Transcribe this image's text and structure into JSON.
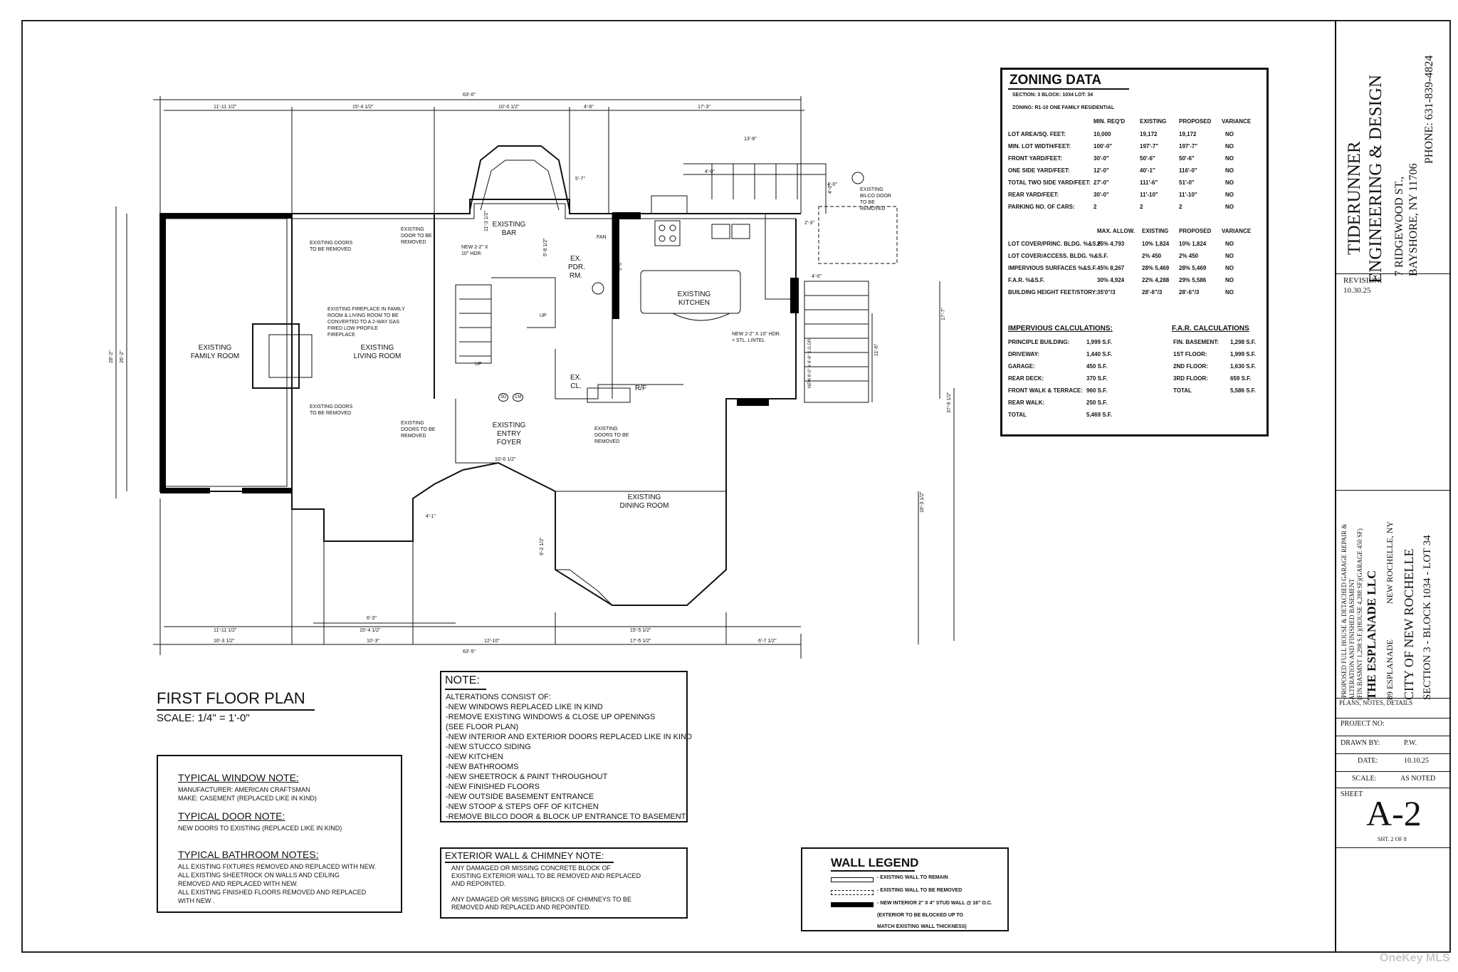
{
  "plan": {
    "title": "FIRST FLOOR PLAN",
    "scale": "SCALE: 1/4\" = 1'-0\"",
    "rooms": {
      "family": "EXISTING FAMILY ROOM",
      "living": "EXISTING LIVING ROOM",
      "bar": "EXISTING BAR",
      "kitchen": "EXISTING KITCHEN",
      "powder": "EX. PDR. RM.",
      "closet": "EX. CL.",
      "foyer": "EXISTING ENTRY FOYER",
      "dining": "EXISTING DINING ROOM",
      "rf": "R/F"
    },
    "callouts": {
      "doors_top": "EXISTING DOORS TO BE REMOVED",
      "doors_bottom": "EXISTING DOORS TO BE REMOVED",
      "door_bar": "EXISTING DOOR TO BE REMOVED",
      "hdr_bar": "NEW 2-2\" X 10\" HDR.",
      "fireplace": "EXISTING FIREPLACE IN FAMILY ROOM & LIVING ROOM TO BE CONVERTED TO A 2-WAY GAS FIRED LOW PROFILE FIREPLACE",
      "doors_living": "EXISTING DOORS TO BE REMOVED",
      "doors_foyer": "EXISTING DOORS TO BE REMOVED",
      "hdr_kitchen": "NEW 2-2\" X 10\" HDR. + STL. LINTEL",
      "bilco": "EXISTING BILCO DOOR TO BE REMOVED",
      "sgd": "NEW 8'-0\" X 6'-8\" S.G.DR.",
      "fan": "FAN",
      "up1": "UP",
      "up2": "UP",
      "sd": "SD",
      "cm": "CM"
    },
    "dims": {
      "top_overall": "63'-0\"",
      "top1": "11'-11 1/2\"",
      "top2": "15'-4 1/2\"",
      "top3": "10'-0 1/2\"",
      "top4": "4'-6\"",
      "top5": "17'-3\"",
      "deck": "13'-8\"",
      "stair": "4'-0\"",
      "bot1": "11'-11 1/2\"",
      "bot2": "15'-4 1/2\"",
      "bot3": "6'-3\"",
      "bot4": "15'-5 1/2\"",
      "bot5": "16'-3 1/2\"",
      "bot6": "10'-3\"",
      "bot7": "12'-10\"",
      "bot8": "17'-5 1/2\"",
      "bot9": "6'-7 1/2\"",
      "bot_overall": "63'-5\"",
      "left1": "28'-2\"",
      "left2": "26'-2\"",
      "right1": "37'-9 1/2\"",
      "right2": "16'-3 1/2\"",
      "right3": "17'-7\"",
      "right4": "11'-6\"",
      "foyer_w": "10'-0 1/2\"",
      "bar_d": "11'-3 1/2\"",
      "bar_w": "5'-8 1/2\"",
      "dining_h": "9'-2 1/2\"",
      "pdr": "9'-0\"",
      "bay": "4'-1\"",
      "deck_h": "4'-0\"",
      "bar_top": "5'-7\"",
      "k1": "2'-3\"",
      "k2": "4'-0\"",
      "k3": "4'-0\""
    }
  },
  "zoning": {
    "title": "ZONING DATA",
    "section_line": "SECTION: 3    BLOCK: 1034    LOT: 34",
    "zoning_line": "ZONING: R1-10    ONE FAMILY RESIDENTIAL",
    "headers1": [
      "",
      "MIN. REQ'D",
      "EXISTING",
      "PROPOSED",
      "VARIANCE"
    ],
    "rows1": [
      [
        "LOT AREA/SQ. FEET:",
        "10,000",
        "19,172",
        "19,172",
        "NO"
      ],
      [
        "MIN. LOT WIDTH/FEET:",
        "100'-0\"",
        "197'-7\"",
        "197'-7\"",
        "NO"
      ],
      [
        "FRONT YARD/FEET:",
        "30'-0\"",
        "50'-6\"",
        "50'-6\"",
        "NO"
      ],
      [
        "ONE SIDE YARD/FEET:",
        "12'-0\"",
        "40'-1\"",
        "116'-0\"",
        "NO"
      ],
      [
        "TOTAL TWO SIDE YARD/FEET:",
        "27'-0\"",
        "111'-6\"",
        "51'-0\"",
        "NO"
      ],
      [
        "REAR YARD/FEET:",
        "30'-0\"",
        "11'-10\"",
        "11'-10\"",
        "NO"
      ],
      [
        "PARKING NO. OF CARS:",
        "2",
        "2",
        "2",
        "NO"
      ]
    ],
    "headers2": [
      "",
      "MAX. ALLOW.",
      "EXISTING",
      "PROPOSED",
      "VARIANCE"
    ],
    "rows2": [
      [
        "LOT COVER/PRINC. BLDG. %&S.F.",
        "25% 4,793",
        "10% 1,824",
        "10% 1,824",
        "NO"
      ],
      [
        "LOT COVER/ACCESS. BLDG. %&S.F.",
        "",
        "2% 450",
        "2% 450",
        "NO"
      ],
      [
        "IMPERVIOUS SURFACES %&S.F.",
        "45% 8,267",
        "28% 5,469",
        "28% 5,469",
        "NO"
      ],
      [
        "F.A.R. %&S.F.",
        "30% 4,924",
        "22% 4,288",
        "29% 5,586",
        "NO"
      ],
      [
        "BUILDING HEIGHT FEET/STORY:",
        "35'0\"/3",
        "28'-6\"/3",
        "28'-6\"/3",
        "NO"
      ]
    ],
    "imp_title": "IMPERVIOUS CALCULATIONS:",
    "imp_rows": [
      [
        "PRINCIPLE BUILDING:",
        "1,999 S.F."
      ],
      [
        "DRIVEWAY:",
        "1,440 S.F."
      ],
      [
        "GARAGE:",
        "450 S.F."
      ],
      [
        "REAR DECK:",
        "370 S.F."
      ],
      [
        "FRONT WALK & TERRACE:",
        "960 S.F."
      ],
      [
        "REAR WALK:",
        "250 S.F."
      ],
      [
        "TOTAL",
        "5,469 S.F."
      ]
    ],
    "far_title": "F.A.R. CALCULATIONS",
    "far_rows": [
      [
        "FIN. BASEMENT:",
        "1,298 S.F."
      ],
      [
        "1ST FLOOR:",
        "1,999 S.F."
      ],
      [
        "2ND FLOOR:",
        "1,630 S.F."
      ],
      [
        "3RD FLOOR:",
        "659 S.F."
      ],
      [
        "TOTAL",
        "5,586 S.F."
      ]
    ]
  },
  "note": {
    "title": "NOTE:",
    "lines": [
      "ALTERATIONS CONSIST OF:",
      "-NEW WINDOWS REPLACED LIKE IN KIND",
      "-REMOVE EXISTING WINDOWS & CLOSE UP OPENINGS",
      "  (SEE FLOOR PLAN)",
      "-NEW INTERIOR AND EXTERIOR DOORS REPLACED LIKE IN KIND",
      "-NEW STUCCO SIDING",
      "-NEW KITCHEN",
      "-NEW BATHROOMS",
      "-NEW SHEETROCK & PAINT THROUGHOUT",
      "-NEW FINISHED FLOORS",
      "-NEW OUTSIDE BASEMENT ENTRANCE",
      "-NEW STOOP & STEPS OFF OF KITCHEN",
      "-REMOVE BILCO DOOR & BLOCK UP ENTRANCE TO BASEMENT"
    ]
  },
  "exterior_note": {
    "title": "EXTERIOR WALL  & CHIMNEY NOTE:",
    "lines": [
      "ANY DAMAGED OR MISSING CONCRETE BLOCK OF",
      "EXISTING EXTERIOR WALL TO BE REMOVED AND REPLACED",
      "AND REPOINTED.",
      "",
      "ANY DAMAGED OR MISSING BRICKS OF CHIMNEYS TO BE",
      "REMOVED AND REPLACED AND REPOINTED."
    ]
  },
  "typical": {
    "window_title": "TYPICAL WINDOW NOTE:",
    "window_lines": [
      "MANUFACTURER: AMERICAN CRAFTSMAN",
      "MAKE: CASEMENT (REPLACED LIKE IN KIND)"
    ],
    "door_title": "TYPICAL DOOR NOTE:",
    "door_lines": [
      "NEW DOORS TO EXISTING (REPLACED LIKE IN KIND)"
    ],
    "bath_title": "TYPICAL BATHROOM NOTES:",
    "bath_lines": [
      "ALL EXISTING FIXTURES REMOVED AND REPLACED WITH NEW.",
      "ALL EXISTING SHEETROCK ON WALLS AND CEILING",
      "REMOVED AND REPLACED WITH NEW.",
      "ALL EXISTING FINISHED FLOORS REMOVED AND REPLACED",
      "WITH NEW ."
    ]
  },
  "legend": {
    "title": "WALL LEGEND",
    "items": [
      "- EXISTING WALL TO REMAIN",
      "- EXISTING WALL TO BE REMOVED",
      "- NEW INTERIOR 2\" X 4\" STUD WALL @ 16\" O.C."
    ],
    "extra": [
      "(EXTERIOR TO BE BLOCKED UP TO",
      "MATCH EXISTING WALL THICKNESS)"
    ]
  },
  "titleblock": {
    "firm1": "TIDERUNNER",
    "firm2": "ENGINEERING & DESIGN",
    "addr1": "7 RIDGEWOOD ST.,",
    "addr2": "BAYSHORE, NY 11706",
    "phone": "PHONE: 631-839-4824",
    "revision_label": "REVISION:",
    "revision_date": "10.30.25",
    "proj1": "-PROPOSED FULL HOUSE & DETACHED GARAGE REPAIR &",
    "proj2": "ALTERATION AND FINISHED BASEMENT",
    "proj3": "(FIN.BASMNT 1,298 S.F.)(HOUSE 4,288 SF)(GARAGE 450 SF)",
    "owner": "THE ESPLANADE LLC",
    "street": "89 ESPLANADE",
    "town": "NEW ROCHELLE, NY",
    "city": "CITY OF NEW ROCHELLE",
    "section": "SECTION 3 - BLOCK 1034 - LOT 34",
    "plans": "PLANS, NOTES, DETAILS",
    "project_no": "PROJECT NO:",
    "drawn_label": "DRAWN BY:",
    "drawn_val": "P.W.",
    "date_label": "DATE:",
    "date_val": "10.10.25",
    "scale_label": "SCALE:",
    "scale_val": "AS NOTED",
    "sheet_label": "SHEET",
    "sheet_num": "A-2",
    "sheet_of": "SHT. 2 OF 8"
  },
  "watermark": "OneKey MLS"
}
